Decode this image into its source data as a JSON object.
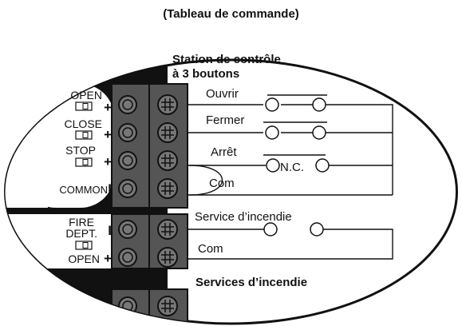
{
  "header": {
    "caption": "(Tableau de commande)"
  },
  "station": {
    "title_line1": "Station de contrôle",
    "title_line2": "à 3 boutons",
    "buttons": [
      {
        "label": "Ouvrir"
      },
      {
        "label": "Fermer"
      },
      {
        "label": "Arrêt",
        "contact": "N.C."
      }
    ],
    "common_label": "Com"
  },
  "fire_station": {
    "button_label": "Service d’incendie",
    "common_label": "Com",
    "title": "Services d’incendie"
  },
  "board": {
    "terminals_top": [
      {
        "label": "OPEN",
        "sign": "+"
      },
      {
        "label": "CLOSE",
        "sign": "+"
      },
      {
        "label": "STOP",
        "sign": "+"
      },
      {
        "label": "COMMON",
        "sign": "I"
      }
    ],
    "terminals_fire": [
      {
        "label_line1": "FIRE",
        "label_line2": "DEPT.",
        "sign": "I"
      },
      {
        "label": "OPEN",
        "sign": "+"
      }
    ]
  },
  "colors": {
    "panel_dark": "#111111",
    "terminal_block": "#5a5a5a",
    "oval_background": "#ffffff",
    "stroke": "#111111"
  }
}
